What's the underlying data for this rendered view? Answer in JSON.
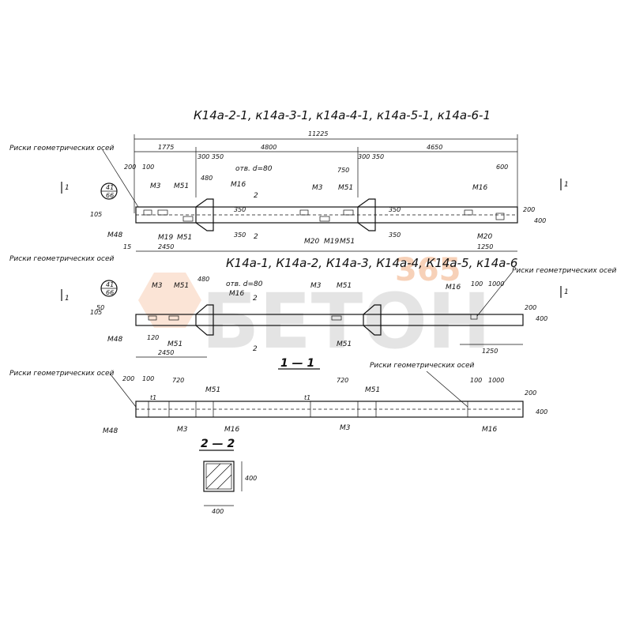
{
  "titles": {
    "top": "К14а-2-1, к14а-3-1, к14а-4-1, к14а-5-1, к14а-6-1",
    "middle": "К14а-1, К14а-2, К14а-3, К14а-4, К14а-5, к14а-6",
    "section_1": "1 — 1",
    "section_2": "2 — 2"
  },
  "labels": {
    "axis_marks": "Риски геометрических осей",
    "hole": "отв. d=80",
    "m3": "М3",
    "m51": "М51",
    "m16": "М16",
    "m19": "М19",
    "m20": "М20",
    "m48": "М48",
    "ref_num": "41",
    "ref_den": "66",
    "cut1": "1",
    "cut2": "2"
  },
  "dims": {
    "total": "11225",
    "d1775": "1775",
    "d4800": "4800",
    "d4650": "4650",
    "d300_350": "300 350",
    "d200": "200",
    "d100": "100",
    "d50": "50",
    "d480": "480",
    "d750": "750",
    "d600": "600",
    "d1250": "1250",
    "d2450": "2450",
    "d120": "120",
    "d105": "105",
    "d15": "15",
    "d350": "350",
    "d400": "400",
    "d1000": "1000",
    "d720": "720",
    "t1": "t1"
  },
  "watermark": {
    "brand": "БЕТОН",
    "number": "365"
  }
}
